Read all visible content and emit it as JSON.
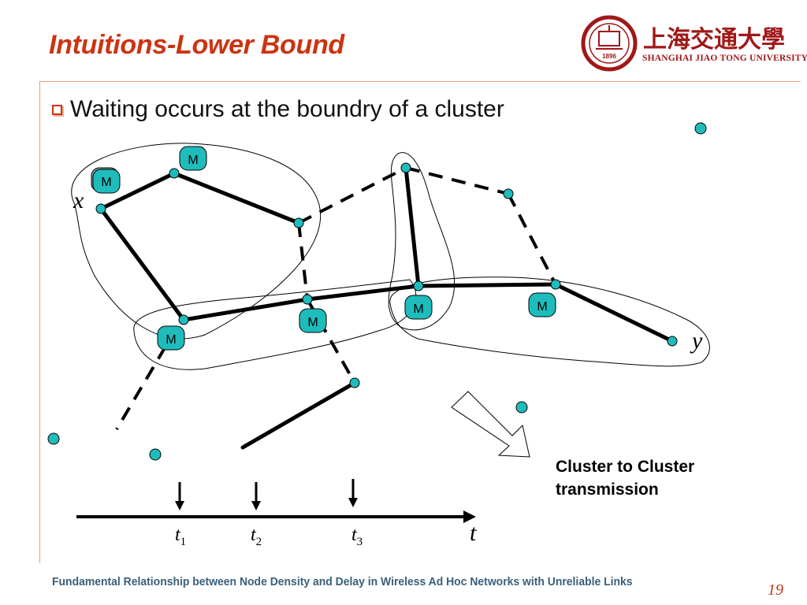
{
  "slide": {
    "title": "Intuitions-Lower Bound",
    "bullet": "Waiting occurs at the boundry of a cluster",
    "caption_line1": "Cluster to Cluster",
    "caption_line2": "transmission",
    "footer": "Fundamental Relationship between Node Density and Delay in Wireless Ad Hoc Networks with Unreliable Links",
    "page_number": "19"
  },
  "logo": {
    "seal_year": "1896",
    "chinese_name": "上海交通大學",
    "english_name": "SHANGHAI JIAO TONG UNIVERSITY",
    "color": "#a01818"
  },
  "diagram": {
    "node_color": "#1fbcbc",
    "accent_color": "#cc3311",
    "source_label": "x",
    "dest_label": "y",
    "mobile_label": "M",
    "time_labels": [
      {
        "base": "t",
        "sub": "1"
      },
      {
        "base": "t",
        "sub": "2"
      },
      {
        "base": "t",
        "sub": "3"
      }
    ],
    "time_axis_label": "t"
  }
}
